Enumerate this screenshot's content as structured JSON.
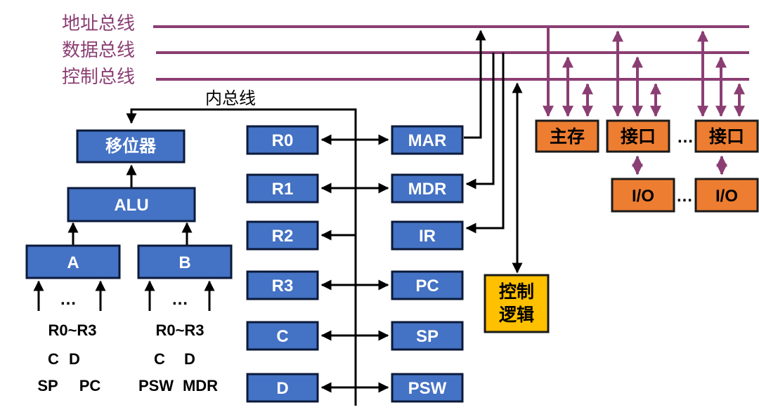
{
  "buses": {
    "address": "地址总线",
    "data": "数据总线",
    "control": "控制总线",
    "internal": "内总线"
  },
  "blocks": {
    "shifter": "移位器",
    "alu": "ALU",
    "a": "A",
    "b": "B",
    "r0": "R0",
    "r1": "R1",
    "r2": "R2",
    "r3": "R3",
    "c": "C",
    "d": "D",
    "mar": "MAR",
    "mdr": "MDR",
    "ir": "IR",
    "pc": "PC",
    "sp": "SP",
    "psw": "PSW",
    "control_logic_line1": "控制",
    "control_logic_line2": "逻辑",
    "main_memory": "主存",
    "interface1": "接口",
    "interface2": "接口",
    "io1": "I/O",
    "io2": "I/O",
    "dots_interface": "…",
    "dots_io": "…"
  },
  "sources_a": {
    "dots": "…",
    "line1": "R0~R3",
    "line2_left": "C",
    "line2_right": "D",
    "line3_left": "SP",
    "line3_right": "PC"
  },
  "sources_b": {
    "dots": "…",
    "line1": "R0~R3",
    "line2_left": "C",
    "line2_right": "D",
    "line3_left": "PSW",
    "line3_right": "MDR"
  },
  "colors": {
    "bus": "#8b3e73",
    "register": "#4472c4",
    "memory_io": "#ed7d31",
    "control_logic": "#ffc000"
  }
}
